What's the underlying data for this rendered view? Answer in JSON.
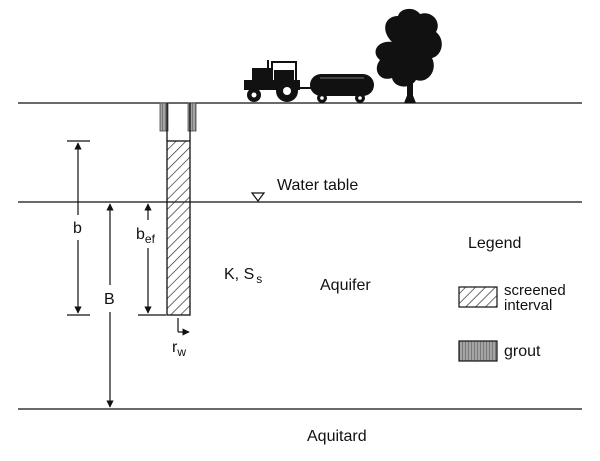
{
  "labels": {
    "water_table": "Water table",
    "b": "b",
    "b_ef_main": "b",
    "b_ef_sub": "ef",
    "B": "B",
    "k_ss_main": "K, S",
    "k_ss_sub": "s",
    "aquifer": "Aquifer",
    "r_w_main": "r",
    "r_w_sub": "w",
    "aquitard": "Aquitard"
  },
  "legend": {
    "title": "Legend",
    "screened_line1": "screened",
    "screened_line2": "interval",
    "grout": "grout"
  },
  "icons": {
    "tractor": "tractor-icon",
    "tank": "tank-trailer-icon",
    "tree": "tree-icon",
    "water_table_marker": "inverted-triangle-icon"
  },
  "colors": {
    "line": "#111111",
    "grout_fill": "#9a9a9a",
    "grout_dark": "#555555",
    "hatch": "#222222"
  }
}
